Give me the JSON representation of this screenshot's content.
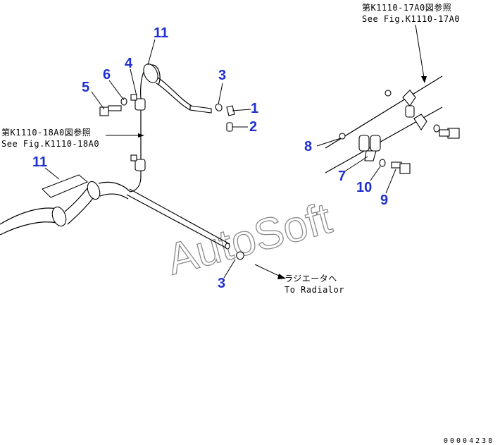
{
  "callouts": {
    "p1": "1",
    "p2": "2",
    "p3_top": "3",
    "p3_bottom": "3",
    "p4": "4",
    "p5": "5",
    "p6": "6",
    "p7": "7",
    "p8": "8",
    "p9": "9",
    "p10": "10",
    "p11_top": "11",
    "p11_left": "11"
  },
  "references": {
    "top_right_line1": "第K1110-17A0図参照",
    "top_right_line2": "See Fig.K1110-17A0",
    "left_line1": "第K1110-18A0図参照",
    "left_line2": "See Fig.K1110-18A0",
    "radiator_line1": "ラジエータへ",
    "radiator_line2": "To Radialor"
  },
  "watermark": "AutoSoft",
  "drawing_code": "00004238",
  "colors": {
    "callout": "#1f2fd0",
    "line": "#000000",
    "watermark": "#8a8a8a"
  }
}
